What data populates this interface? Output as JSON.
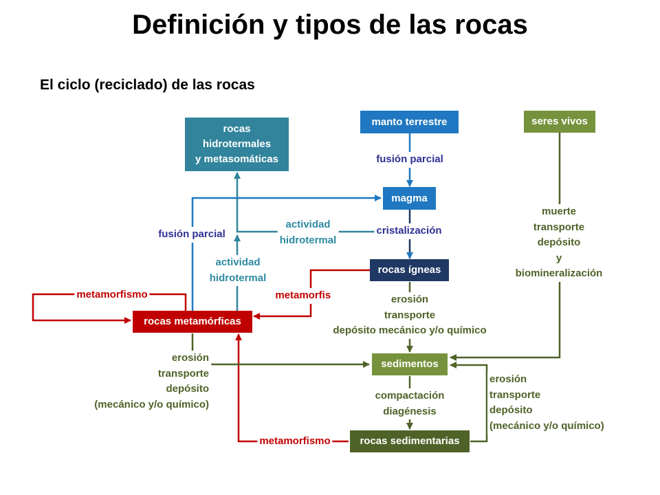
{
  "title": "Definición y tipos de las rocas",
  "subtitle": "El ciclo (reciclado) de las rocas",
  "colors": {
    "blue": "#1f78c1",
    "dark_blue": "#1f3864",
    "teal": "#31849b",
    "red": "#c00000",
    "green": "#76923c",
    "dark_green": "#4f6228",
    "navy_text": "#2e3192"
  },
  "nodes": {
    "manto": "manto terrestre",
    "seres": "seres vivos",
    "hidrotermales": "rocas\nhidrotermales\ny metasomáticas",
    "magma": "magma",
    "igneas": "rocas ígneas",
    "metamorficas": "rocas metamórficas",
    "sedimentos": "sedimentos",
    "sedimentarias": "rocas sedimentarias"
  },
  "labels": {
    "fusion_parcial_top": "fusión parcial",
    "fusion_parcial_left": "fusión parcial",
    "cristalizacion": "cristalización",
    "actividad_top": "actividad\nhidrotermal",
    "actividad_left": "actividad\nhidrotermal",
    "metamorfismo_left": "metamorfismo",
    "metamorfismo_mid": "metamorfismo",
    "metamorfismo_bottom": "metamorfismo",
    "erosion_igneas": "erosión\ntransporte\ndepósito mecánico y/o químico",
    "erosion_metamorficas": "erosión\ntransporte\ndepósito\n(mecánico y/o químico)",
    "erosion_sedimentarias": "erosión\ntransporte\ndepósito\n(mecánico y/o químico)",
    "compactacion": "compactación\ndiagénesis",
    "seres_vivos_path": "muerte\ntransporte\ndepósito\ny\nbiomineralización"
  }
}
